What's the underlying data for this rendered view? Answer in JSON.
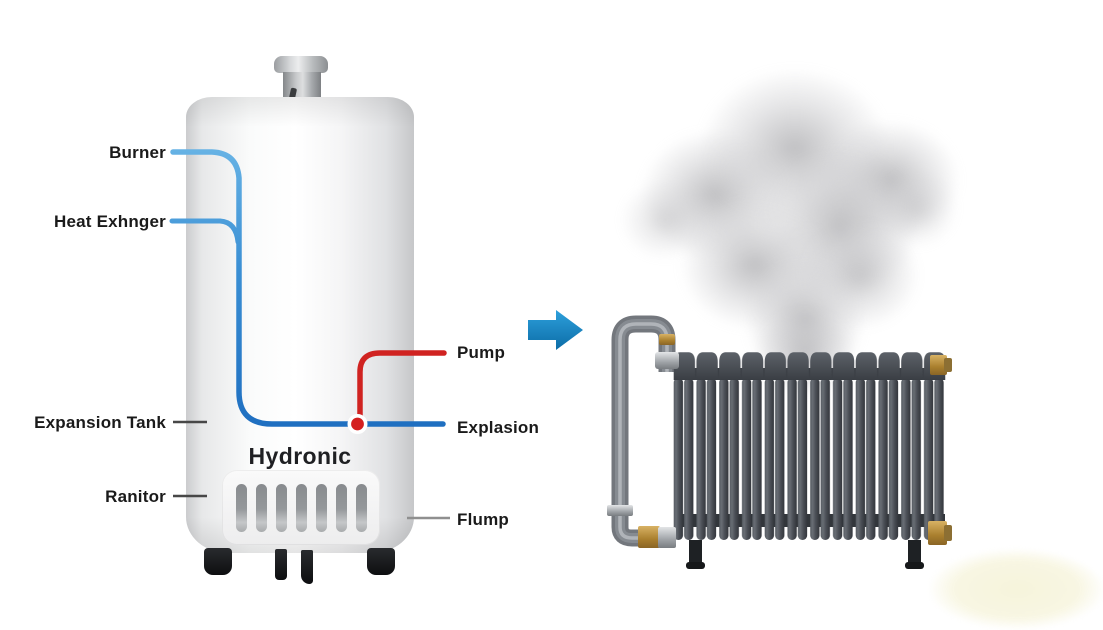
{
  "diagram": {
    "boiler": {
      "brand": "Hydronic",
      "labels": {
        "burner": "Burner",
        "heat_exchanger": "Heat Exhnger",
        "expansion_tank": "Expansion Tank",
        "ranitor": "Ranitor",
        "pump": "Pump",
        "explasion": "Explasion",
        "flump": "Flump"
      }
    },
    "icons": {
      "flow_arrow": "right-block-arrow",
      "junction_dot": "red-circle-junction"
    },
    "colors": {
      "cold_water_line_light": "#6ab5e6",
      "cold_water_line": "#1e6ec0",
      "hot_water_line": "#d02321",
      "junction_dot": "#d41f1f",
      "leader_line_dark": "#474747",
      "leader_line_light": "#8f8f8f",
      "flow_arrow_blue": "#1489cb",
      "radiator_body": "#474b51",
      "pipe_metal": "#73777d",
      "brass_fitting": "#b9903f",
      "label_text": "#1a1a1a",
      "smoke": "#c6c6c9",
      "background": "#ffffff"
    }
  }
}
